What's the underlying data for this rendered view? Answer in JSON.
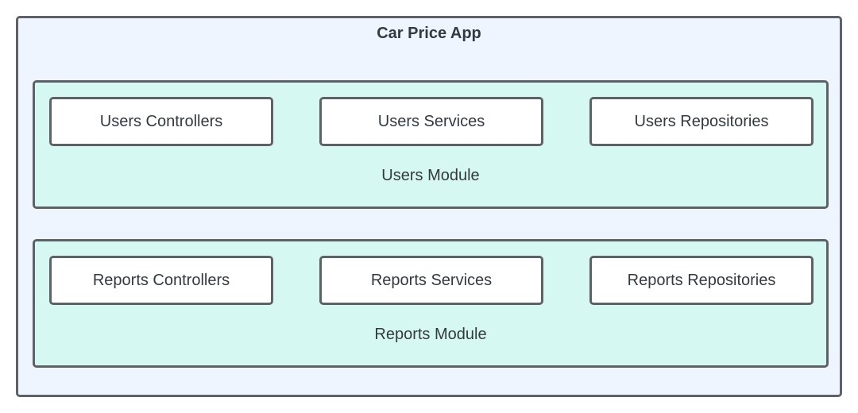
{
  "app": {
    "title": "Car Price App"
  },
  "modules": [
    {
      "label": "Users Module",
      "components": [
        "Users Controllers",
        "Users Services",
        "Users Repositories"
      ]
    },
    {
      "label": "Reports Module",
      "components": [
        "Reports Controllers",
        "Reports Services",
        "Reports Repositories"
      ]
    }
  ],
  "colors": {
    "app_background": "#eef5ff",
    "module_background": "#d6f8f2",
    "component_background": "#ffffff",
    "border": "#5e6266",
    "text": "#333a3f"
  }
}
